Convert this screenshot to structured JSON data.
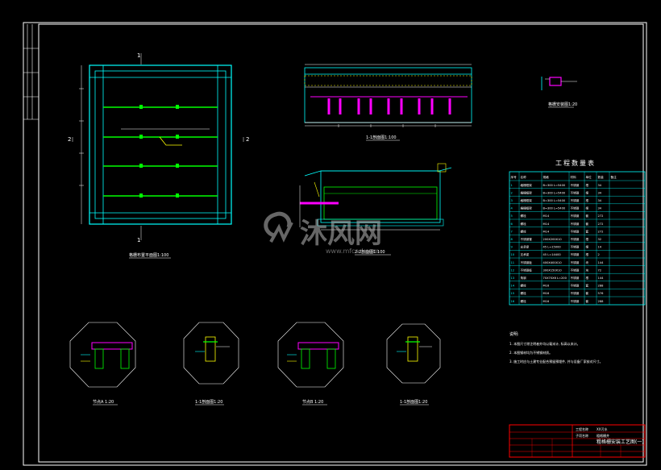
{
  "drawing": {
    "labels": {
      "section_mark_top": "1",
      "section_mark_bottom": "1",
      "section_mark_left": "2",
      "section_mark_right": "2",
      "plan_title": "格栅布置平面图1:100",
      "section_1_title": "1-1剖面图1:100",
      "section_2_title": "2-2剖面图1:100",
      "detail_title": "格栅安装图1:20",
      "node_a_title": "节点A 1:20",
      "node_b_title": "1-1剖面图1:20",
      "node_c_title": "节点B 1:20",
      "node_d_title": "1-1剖面图1:20"
    },
    "material_table": {
      "title": "工程数量表",
      "header": [
        "序号",
        "名称",
        "规格",
        "材料",
        "单位",
        "数量",
        "备注"
      ],
      "rows": [
        [
          "1",
          "格栅框架",
          "B=300 L=5400",
          "不锈钢",
          "根",
          "34"
        ],
        [
          "2",
          "格栅框架",
          "B=300 L=5400",
          "不锈钢",
          "根",
          "34"
        ],
        [
          "3",
          "格栅框架",
          "B=300 L=5400",
          "不锈钢",
          "根",
          "34"
        ],
        [
          "4",
          "格栅框架",
          "B=300 L=5400",
          "不锈钢",
          "根",
          "34"
        ],
        [
          "5",
          "螺栓",
          "M14",
          "不锈钢",
          "套",
          "272"
        ],
        [
          "6",
          "螺栓",
          "M14",
          "不锈钢",
          "套",
          "272"
        ],
        [
          "7",
          "螺栓",
          "M14",
          "不锈钢",
          "套",
          "272"
        ],
        [
          "8",
          "不锈钢管",
          "200X200X10",
          "不锈钢",
          "根",
          "32"
        ],
        [
          "9",
          "支承梁",
          "45 L=15000",
          "不锈钢",
          "根",
          "14"
        ],
        [
          "10",
          "支承梁",
          "45 L=14400",
          "不锈钢",
          "根",
          "2"
        ],
        [
          "11",
          "不锈钢板",
          "400X400X10",
          "不锈钢",
          "块",
          "144"
        ],
        [
          "12",
          "不锈钢板",
          "300X150X10",
          "不锈钢",
          "块",
          "72"
        ],
        [
          "13",
          "角钢",
          "70X70X6 L=200",
          "不锈钢",
          "根",
          "144"
        ],
        [
          "14",
          "螺栓",
          "M16",
          "不锈钢",
          "套",
          "288"
        ],
        [
          "15",
          "螺栓",
          "M16",
          "不锈钢",
          "套",
          "576"
        ],
        [
          "16",
          "螺栓",
          "M16",
          "不锈钢",
          "套",
          "288"
        ]
      ]
    },
    "notes": {
      "heading": "说明:",
      "lines": [
        "1. 本图尺寸除注明者外均以毫米计, 标高以米计。",
        "2. 本图钢材均为不锈钢材质。",
        "3. 施工时应与土建专业配合预留预埋件, 并与设备厂家核对尺寸。"
      ]
    },
    "title_block": {
      "project_label": "工程名称",
      "project_value": "XX污水",
      "subproject_label": "子项名称",
      "subproject_value": "粗格栅井",
      "drawing_name": "粗格栅安装工艺图(一)"
    },
    "watermark": {
      "brand": "沐风网",
      "url": "www.mfcad.com"
    },
    "colors": {
      "background": "#000000",
      "green": "#00ff00",
      "cyan": "#00ffff",
      "magenta": "#ff00ff",
      "yellow": "#ffff00",
      "red": "#ff0000",
      "white": "#ffffff"
    }
  }
}
